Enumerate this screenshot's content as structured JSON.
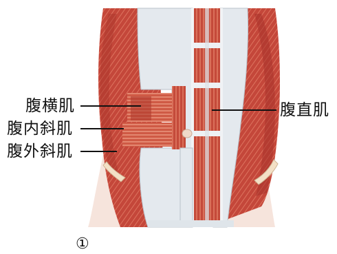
{
  "labels": {
    "transversus": "腹横肌",
    "internal_oblique": "腹内斜肌",
    "external_oblique": "腹外斜肌",
    "rectus": "腹直肌"
  },
  "caption": "①",
  "colors": {
    "muscle": "#c94a38",
    "muscle_dark": "#a8322a",
    "muscle_light": "#e27a62",
    "fascia": "#e8ecef",
    "fascia_shadow": "#c7ced6",
    "skin": "#f3ddd3",
    "pointer_line": "#111111"
  }
}
